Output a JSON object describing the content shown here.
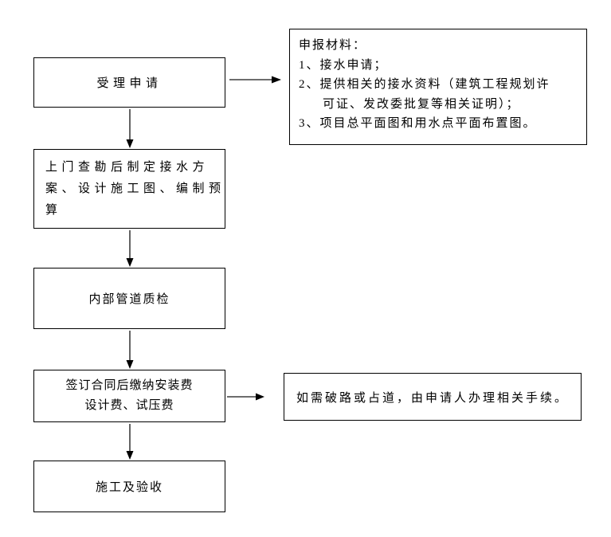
{
  "colors": {
    "background": "#ffffff",
    "box_border": "#000000",
    "arrow_line": "#3d3d3d",
    "arrow_head": "#000000",
    "text": "#000000"
  },
  "flow": {
    "nodes": {
      "accept": {
        "label": "受理申请"
      },
      "materials": {
        "title": "申报材料：",
        "lines": [
          "1、接水申请；",
          "2、提供相关的接水资料（建筑工程规划许",
          "可证、发改委批复等相关证明）；",
          "3、项目总平面图和用水点平面布置图。"
        ]
      },
      "survey": {
        "lines": [
          "上门查勘后制定接水方",
          "案、设计施工图、编制预",
          "算"
        ]
      },
      "inspection": {
        "label": "内部管道质检"
      },
      "contract": {
        "lines": [
          "签订合同后缴纳安装费",
          "设计费、试压费"
        ]
      },
      "road": {
        "label": "如需破路或占道，由申请人办理相关手续。"
      },
      "construction": {
        "label": "施工及验收"
      }
    },
    "edges": [
      {
        "from": "accept",
        "to": "materials",
        "direction": "right"
      },
      {
        "from": "accept",
        "to": "survey",
        "direction": "down"
      },
      {
        "from": "survey",
        "to": "inspection",
        "direction": "down"
      },
      {
        "from": "inspection",
        "to": "contract",
        "direction": "down"
      },
      {
        "from": "contract",
        "to": "road",
        "direction": "right"
      },
      {
        "from": "contract",
        "to": "construction",
        "direction": "down"
      }
    ]
  }
}
